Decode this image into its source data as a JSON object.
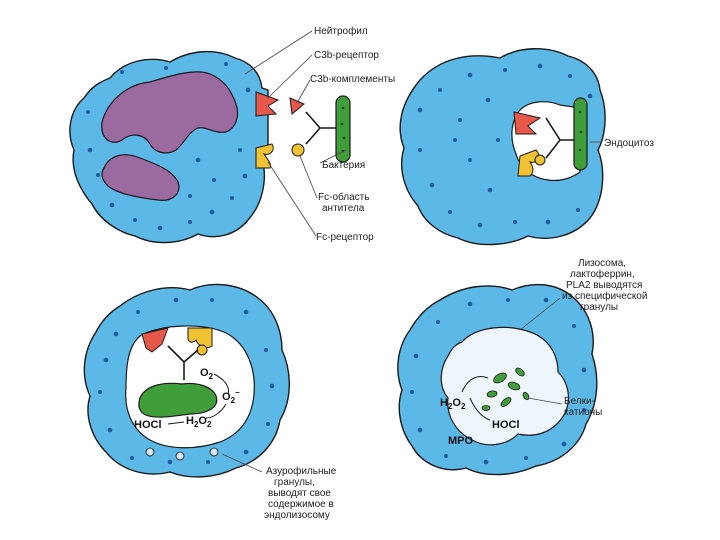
{
  "labels": {
    "neutrophil": "Нейтрофил",
    "c3b_receptor": "C3b-рецептор",
    "c3b_complement": "C3b-комплементы",
    "bacterium": "Бактерия",
    "fc_region_line1": "Fc-область",
    "fc_region_line2": "антитела",
    "fc_receptor": "Fc-рецептор",
    "endocytosis": "Эндоцитоз",
    "lysosome_line1": "Лизосома,",
    "lysosome_line2": "лактоферрин,",
    "lysosome_line3": "PLA2 выводятся",
    "lysosome_line4": "из специфической",
    "lysosome_line5": "гранулы",
    "azurophil_line1": "Азурофильные",
    "azurophil_line2": "гранулы,",
    "azurophil_line3": "выводят свое",
    "azurophil_line4": "содержимое в",
    "azurophil_line5": "эндолизосому",
    "cationic_line1": "Белки-",
    "cationic_line2": "катионы"
  },
  "chemistry": {
    "o2": "O",
    "o2_sub": "2",
    "superoxide": "O",
    "superoxide_sub": "2",
    "superoxide_sup": "−",
    "h2o2_a": "H",
    "h2o2_sub1": "2",
    "h2o2_b": "O",
    "h2o2_sub2": "2",
    "hocl": "HOCl",
    "mpo": "MPO"
  },
  "colors": {
    "cytoplasm": "#5cb8e6",
    "granule": "#1d5aa0",
    "nucleus": "#9b6aa0",
    "c3b": "#e8584a",
    "fc": "#f2c233",
    "bacterium": "#3f9e3a"
  }
}
